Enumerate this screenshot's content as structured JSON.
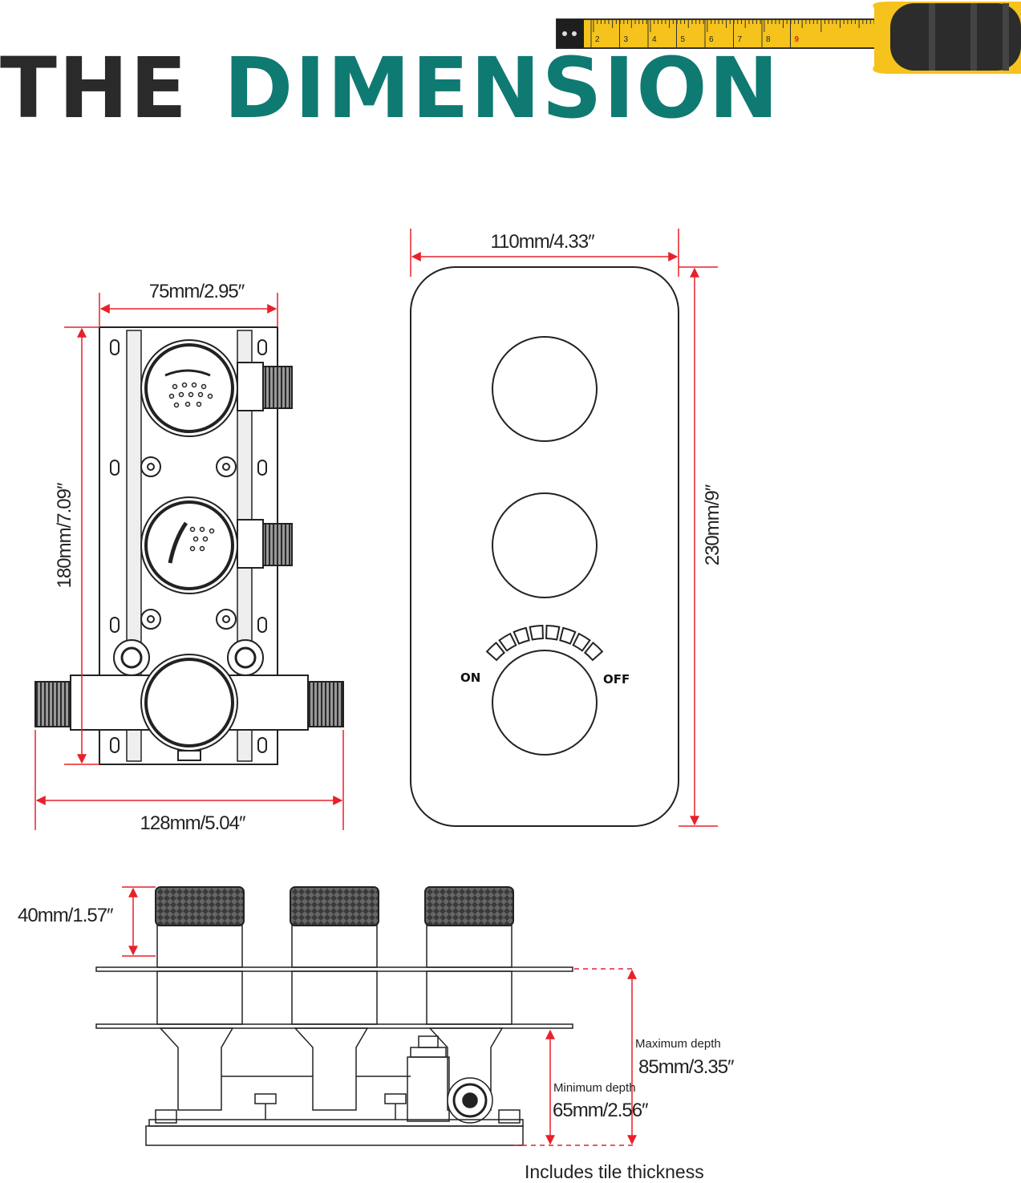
{
  "header": {
    "title_part1": "THE",
    "title_part2": "DIMENSION",
    "title_color_dark": "#2a2a2a",
    "title_color_accent": "#0f7a72"
  },
  "tape_measure": {
    "numbers": [
      "2",
      "3",
      "4",
      "5",
      "6",
      "7",
      "8",
      "9"
    ],
    "highlight_number": "9",
    "tape_color": "#f5c31c",
    "body_color": "#2c2c2c",
    "highlight_color": "#d9261c"
  },
  "dimensions": {
    "valve_body_top_width": "75mm/2.95″",
    "valve_body_height": "180mm/7.09″",
    "valve_body_total_width": "128mm/5.04″",
    "plate_width": "110mm/4.33″",
    "plate_height": "230mm/9″",
    "knob_height": "40mm/1.57″",
    "maximum_depth_label": "Maximum depth",
    "maximum_depth_value": "85mm/3.35″",
    "minimum_depth_label": "Minimum depth",
    "minimum_depth_value": "65mm/2.56″",
    "tile_note": "Includes tile thickness"
  },
  "plate": {
    "on_label": "ON",
    "off_label": "OFF"
  },
  "colors": {
    "dimension_line": "#e8202a",
    "drawing_line": "#222222"
  }
}
